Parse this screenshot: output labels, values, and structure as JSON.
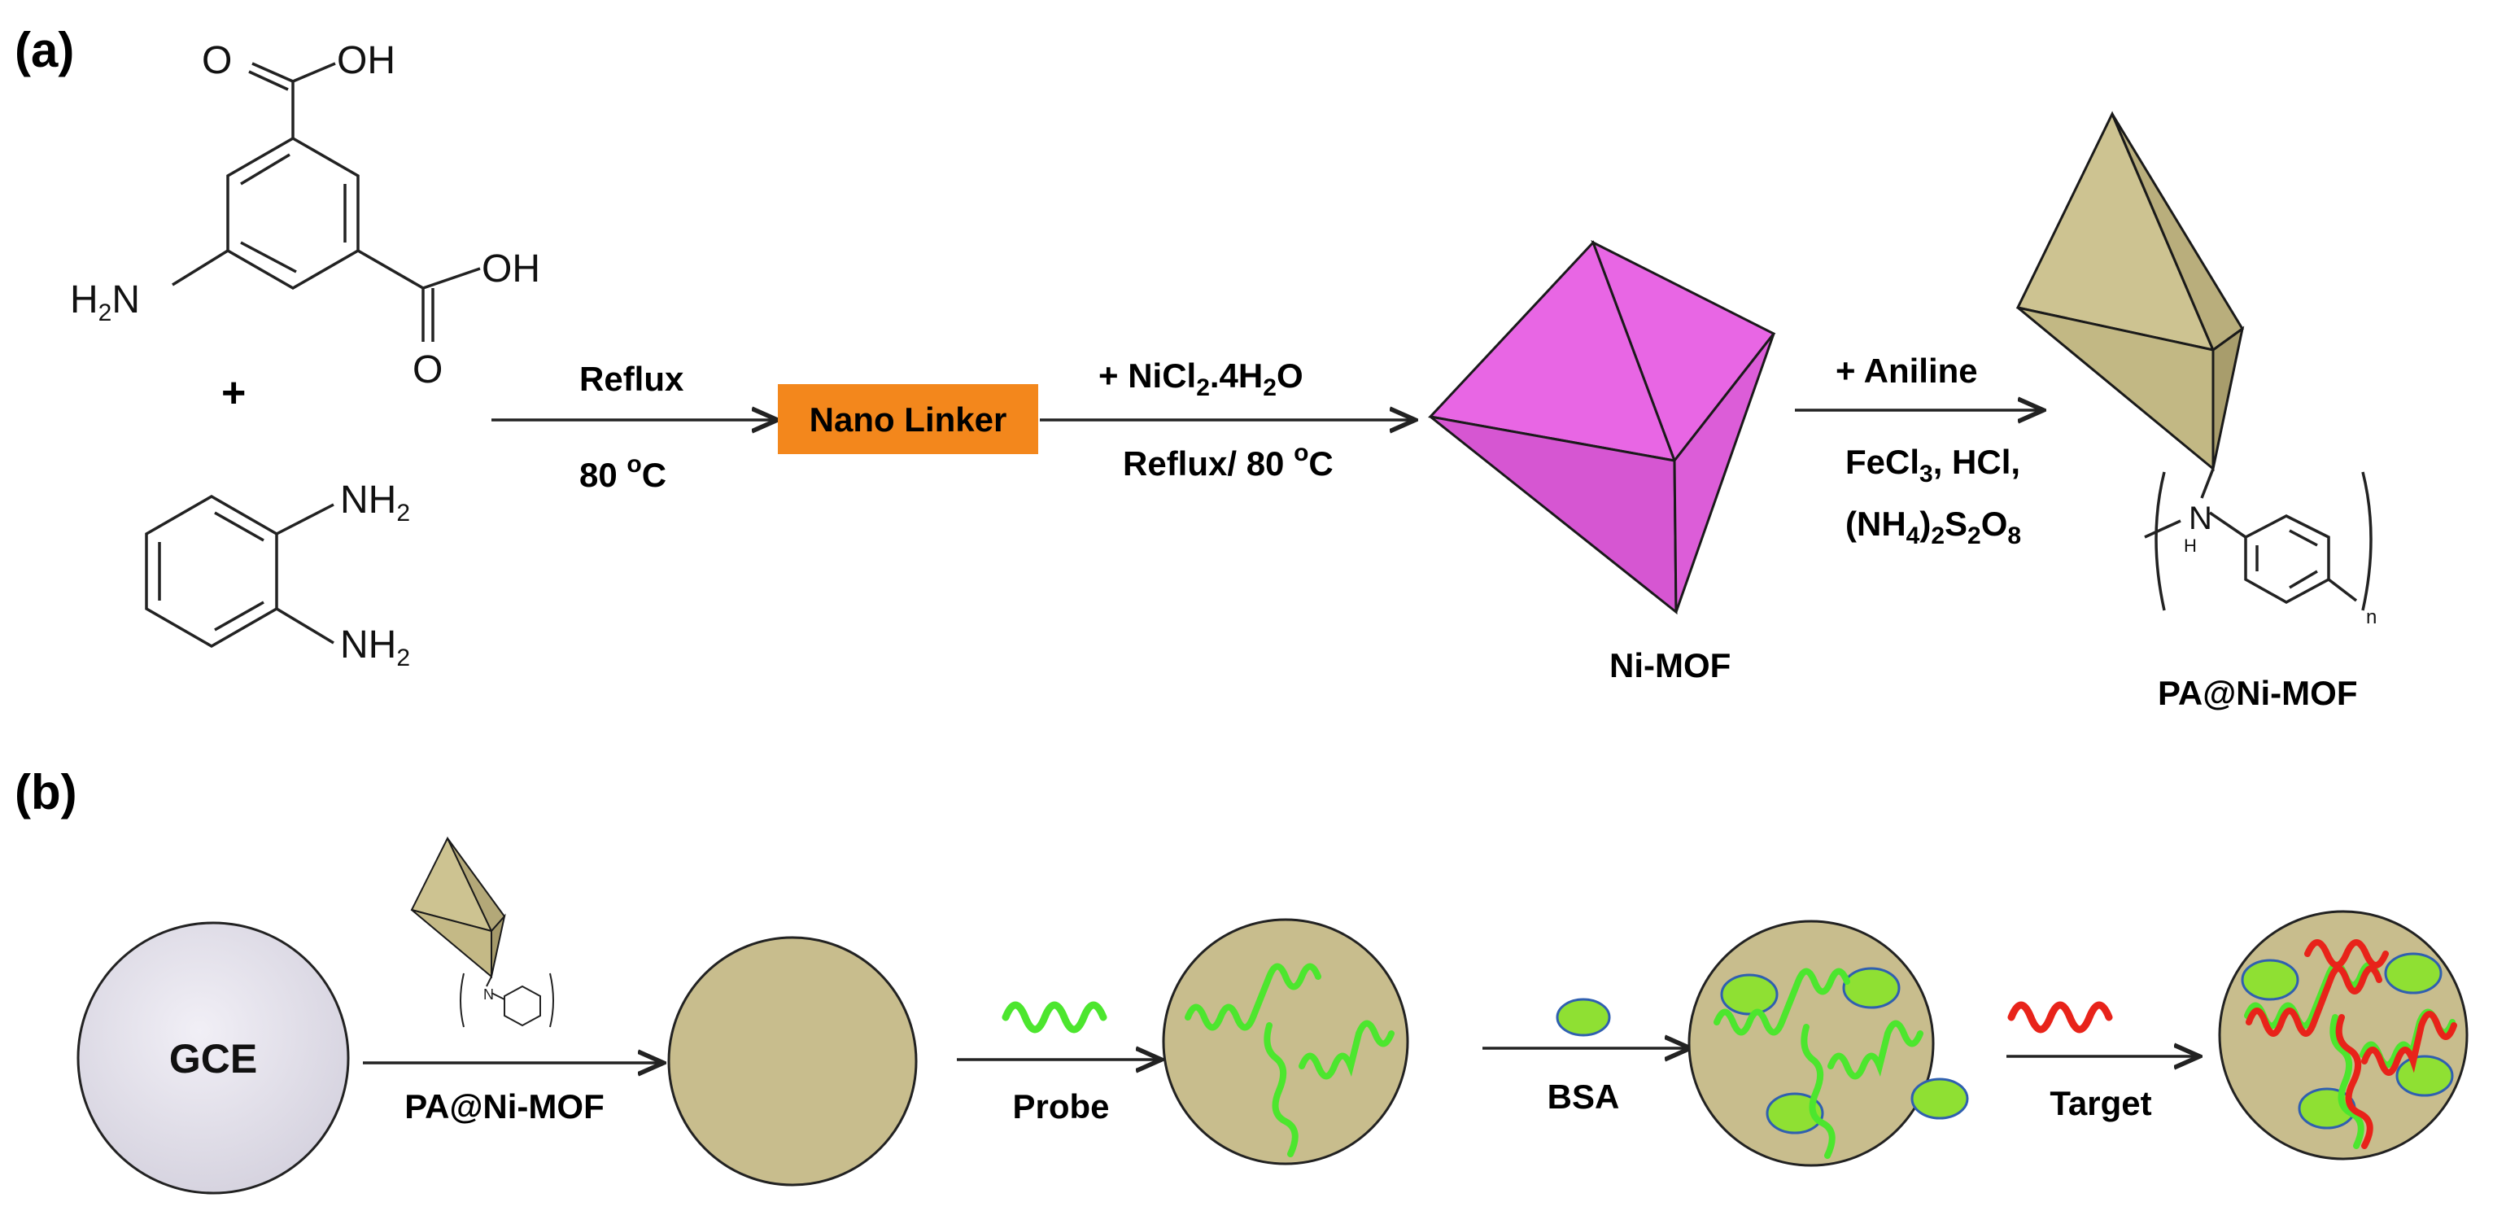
{
  "panel_a": {
    "label": "(a)",
    "aminoisophthalic_acid": {
      "top_group": "O",
      "top_oh": "OH",
      "right_oh": "OH",
      "right_o": "O",
      "amine": "H",
      "amine_sub": "2",
      "amine_n": "N"
    },
    "plus": "+",
    "diamine": {
      "nh2_top": "NH",
      "nh2_top_sub": "2",
      "nh2_bottom": "NH",
      "nh2_bottom_sub": "2"
    },
    "step1": {
      "above": "Reflux",
      "below_main": "80 ",
      "below_sup": "o",
      "below_unit": "C"
    },
    "nano_linker": "Nano Linker",
    "step2": {
      "above_a": "+ NiCl",
      "above_sub": "2",
      "above_b": ".4H",
      "above_sub2": "2",
      "above_c": "O",
      "below_a": "Reflux/ 80 ",
      "below_sup": "o",
      "below_unit": "C"
    },
    "ni_mof_label": "Ni-MOF",
    "step3": {
      "above": "+ Aniline",
      "below1_a": "FeCl",
      "below1_sub": "3",
      "below1_b": ", HCl,",
      "below2_a": "(NH",
      "below2_sub1": "4",
      "below2_b": ")",
      "below2_sub2": "2",
      "below2_c": "S",
      "below2_sub3": "2",
      "below2_d": "O",
      "below2_sub4": "8"
    },
    "pa_ni_mof_label": "PA@Ni-MOF",
    "polymer": {
      "n_atom": "N",
      "h_atom": "H",
      "repeat": "n"
    }
  },
  "panel_b": {
    "label": "(b)",
    "gce": "GCE",
    "step_labels": [
      "PA@Ni-MOF",
      "Probe",
      "BSA",
      "Target"
    ]
  },
  "colors": {
    "ni_mof": "#e866e4",
    "pa_ni_mof": "#cdc391",
    "electrode_fill": "#c8bd8d",
    "gce_fill": "#e4e2ec",
    "nano_linker": "#f3871c",
    "probe": "#4ce62e",
    "target": "#e8231a",
    "bsa": "#8fe033",
    "bsa_outline": "#2f5fb0"
  }
}
